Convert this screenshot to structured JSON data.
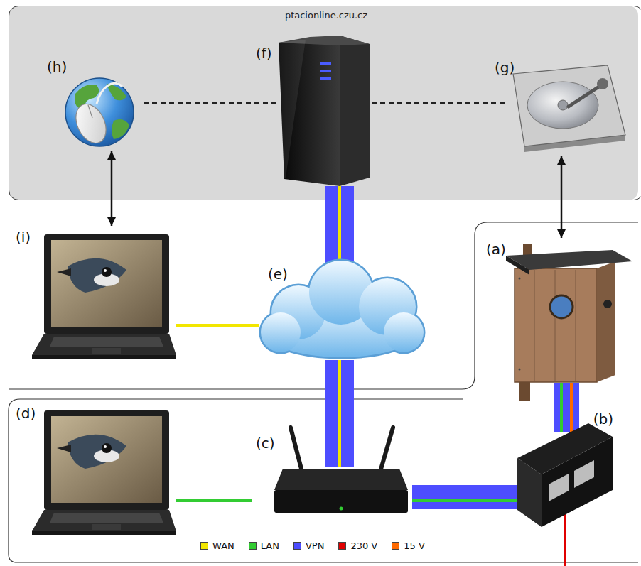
{
  "diagram": {
    "nodes": [
      {
        "text": [
          "ptacionline.czu.cz"
        ]
      },
      {
        "text": [
          "(h)"
        ],
        "in": 0
      },
      {
        "text": [
          "(f)"
        ],
        "in": 0
      },
      {
        "text": [
          "(g)"
        ],
        "in": 0
      },
      {
        "text": [
          "(i)"
        ]
      },
      {
        "text": [
          "(e)"
        ]
      },
      {
        "text": [
          "(a)"
        ]
      },
      {
        "text": [
          "(d)"
        ]
      },
      {
        "text": [
          "(c)"
        ]
      },
      {
        "text": [
          "(b)"
        ]
      }
    ],
    "edges": [
      {
        "from": 1,
        "to": 2,
        "arrow": "none"
      },
      {
        "from": 2,
        "to": 3,
        "arrow": "none"
      },
      {
        "from": 1,
        "to": 4,
        "arrow": "both"
      },
      {
        "from": 3,
        "to": 6,
        "arrow": "both"
      },
      {
        "from": 4,
        "to": 5,
        "arrow": "none"
      },
      {
        "from": 5,
        "to": 2,
        "arrow": "none"
      },
      {
        "from": 8,
        "to": 5,
        "arrow": "none"
      },
      {
        "from": 7,
        "to": 8,
        "arrow": "none"
      },
      {
        "from": 8,
        "to": 9,
        "arrow": "none"
      },
      {
        "from": 9,
        "to": 6,
        "arrow": "none"
      }
    ],
    "legend": [
      {
        "text": "WAN",
        "color": "#f2e600"
      },
      {
        "text": "LAN",
        "color": "#33cc33"
      },
      {
        "text": "VPN",
        "color": "#4d4dff"
      },
      {
        "text": "230 V",
        "color": "#e00000"
      },
      {
        "text": "15 V",
        "color": "#ff6a00"
      }
    ]
  }
}
